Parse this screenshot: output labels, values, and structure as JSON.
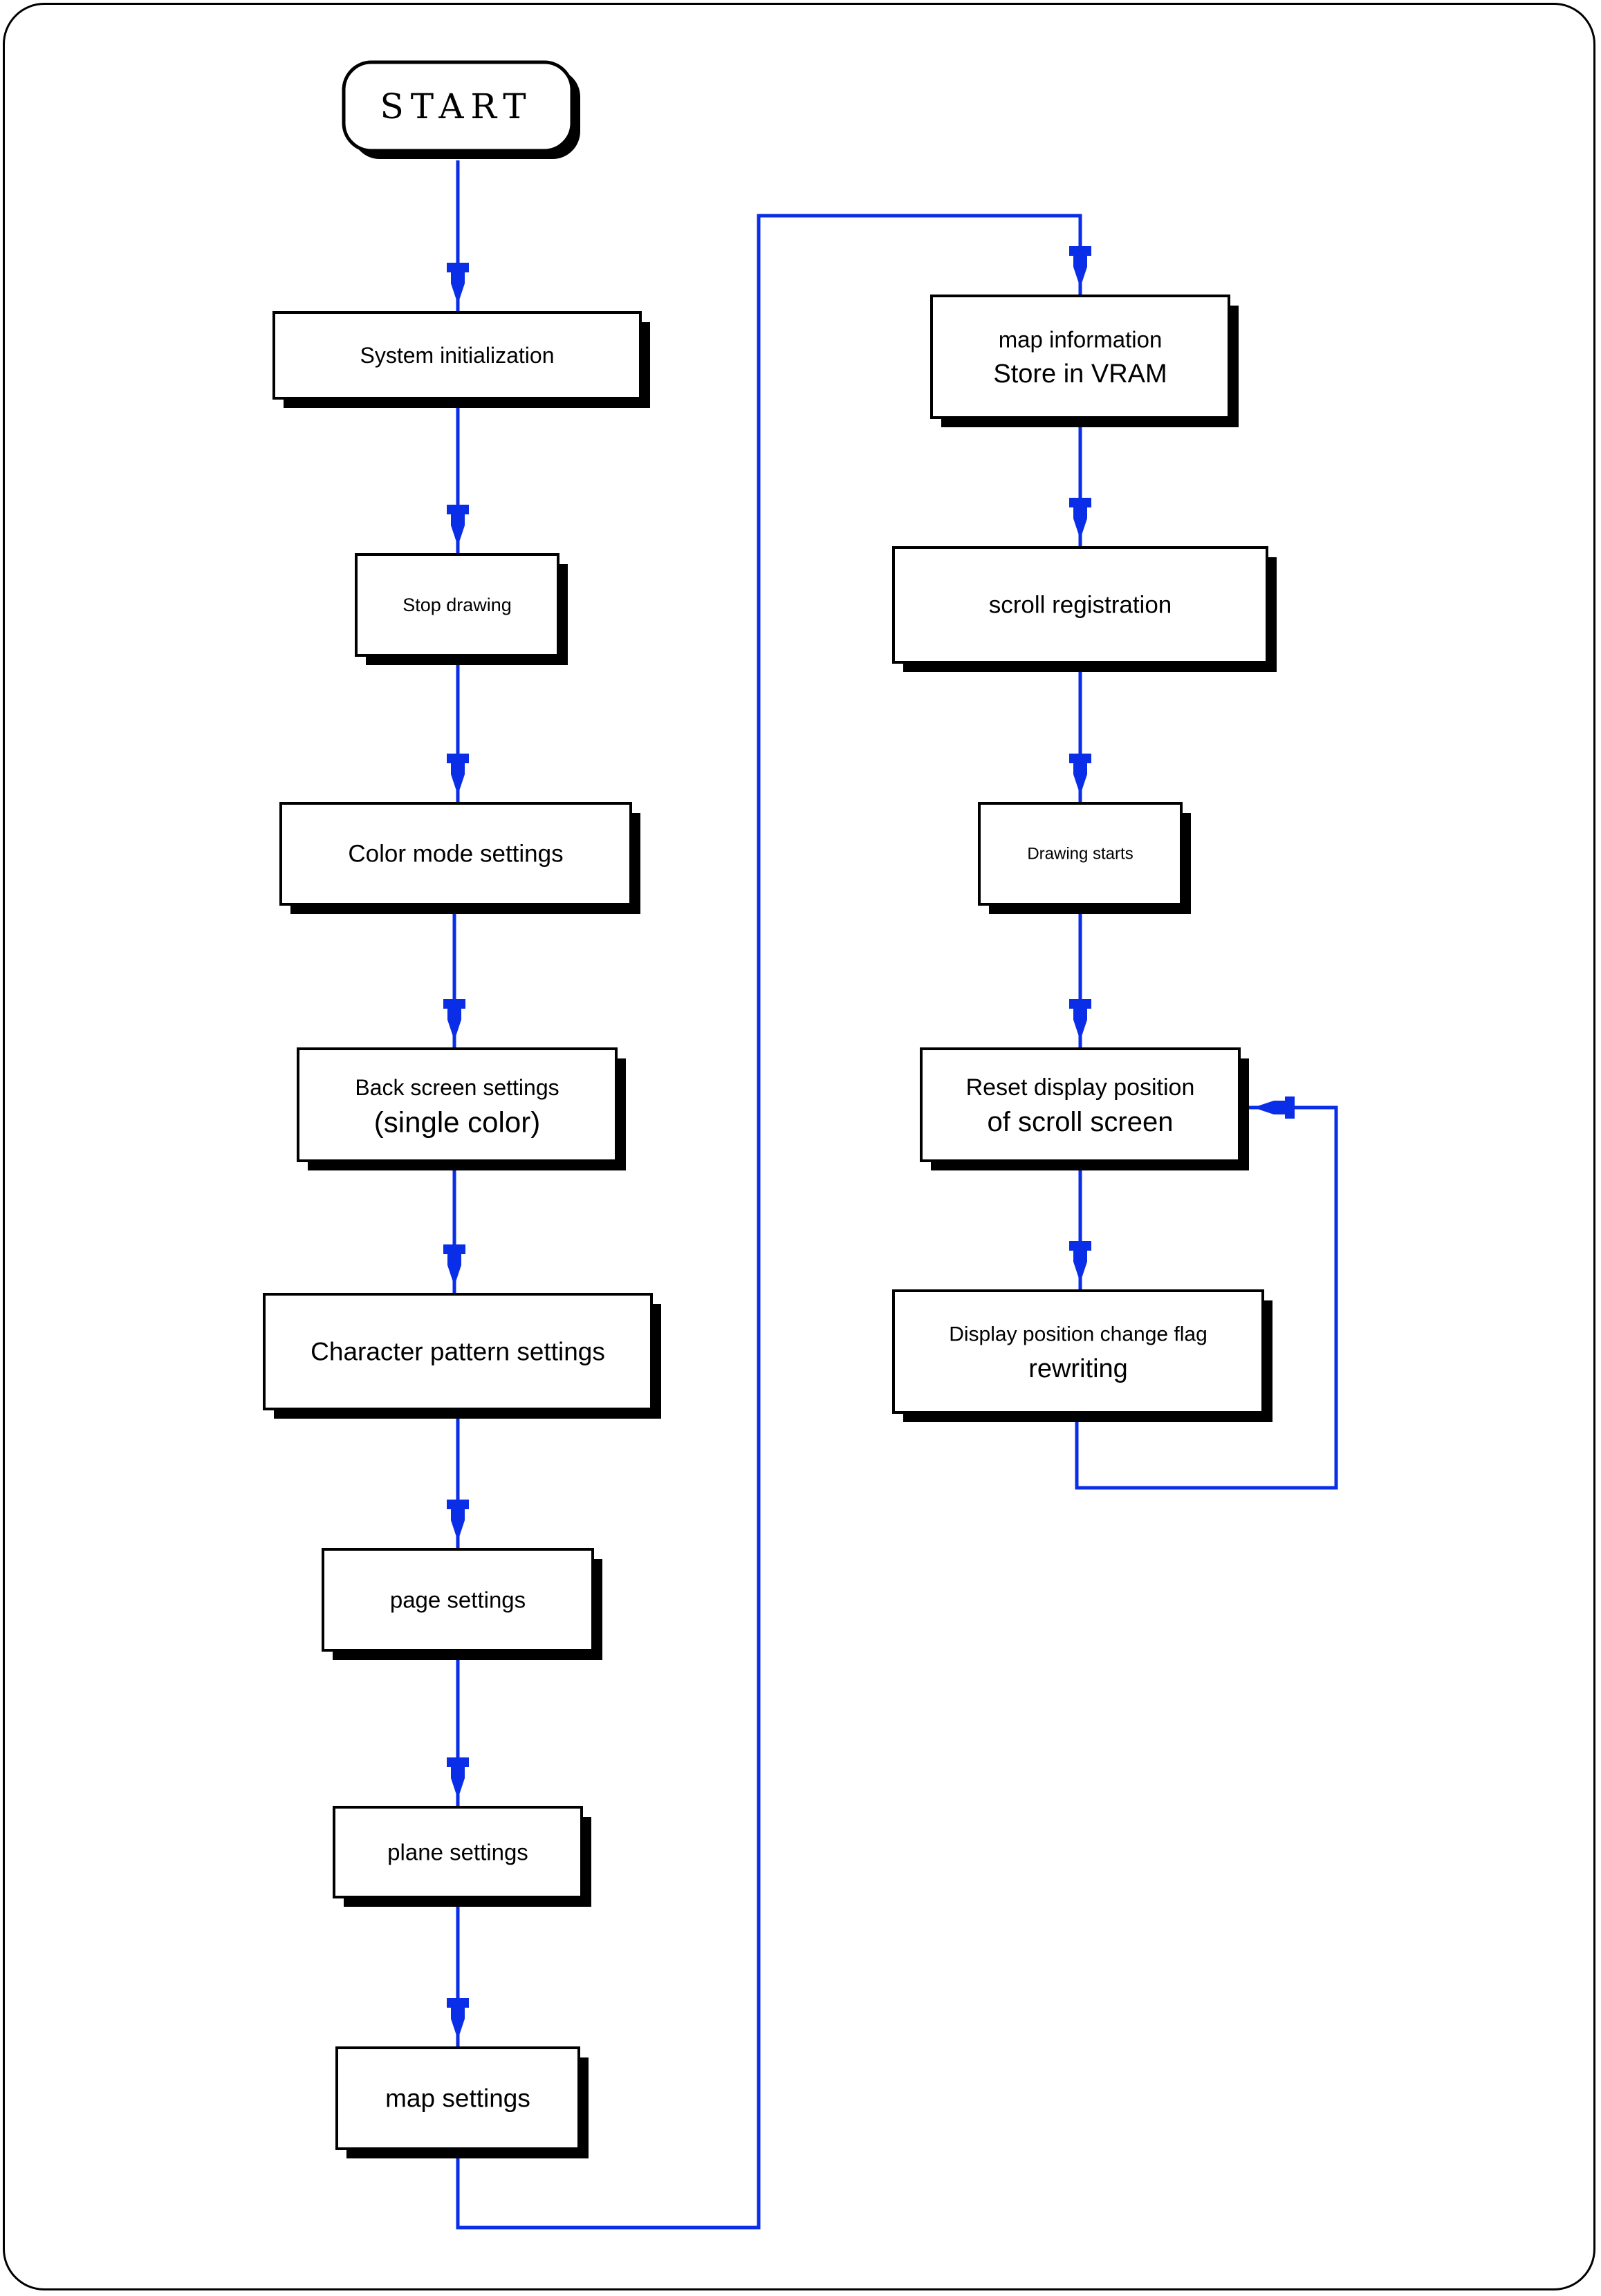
{
  "colors": {
    "line": "#0a2ee8",
    "box_border": "#000000",
    "box_shadow": "#000000",
    "box_fill": "#ffffff"
  },
  "start": {
    "label": "START"
  },
  "nodes": [
    {
      "id": "system-initialization",
      "lines": [
        "System initialization"
      ]
    },
    {
      "id": "stop-drawing",
      "lines": [
        "Stop drawing"
      ]
    },
    {
      "id": "color-mode-settings",
      "lines": [
        "Color mode settings"
      ]
    },
    {
      "id": "back-screen-settings",
      "lines": [
        "Back screen settings",
        "(single color)"
      ]
    },
    {
      "id": "character-pattern-settings",
      "lines": [
        "Character pattern settings"
      ]
    },
    {
      "id": "page-settings",
      "lines": [
        "page settings"
      ]
    },
    {
      "id": "plane-settings",
      "lines": [
        "plane settings"
      ]
    },
    {
      "id": "map-settings",
      "lines": [
        "map settings"
      ]
    },
    {
      "id": "map-information-store",
      "lines": [
        "map information",
        "Store in VRAM"
      ]
    },
    {
      "id": "scroll-registration",
      "lines": [
        "scroll registration"
      ]
    },
    {
      "id": "drawing-starts",
      "lines": [
        "Drawing starts"
      ]
    },
    {
      "id": "reset-display-position",
      "lines": [
        "Reset display position",
        "of scroll screen"
      ]
    },
    {
      "id": "display-position-change-flag",
      "lines": [
        "Display position change flag",
        "rewriting"
      ]
    }
  ]
}
